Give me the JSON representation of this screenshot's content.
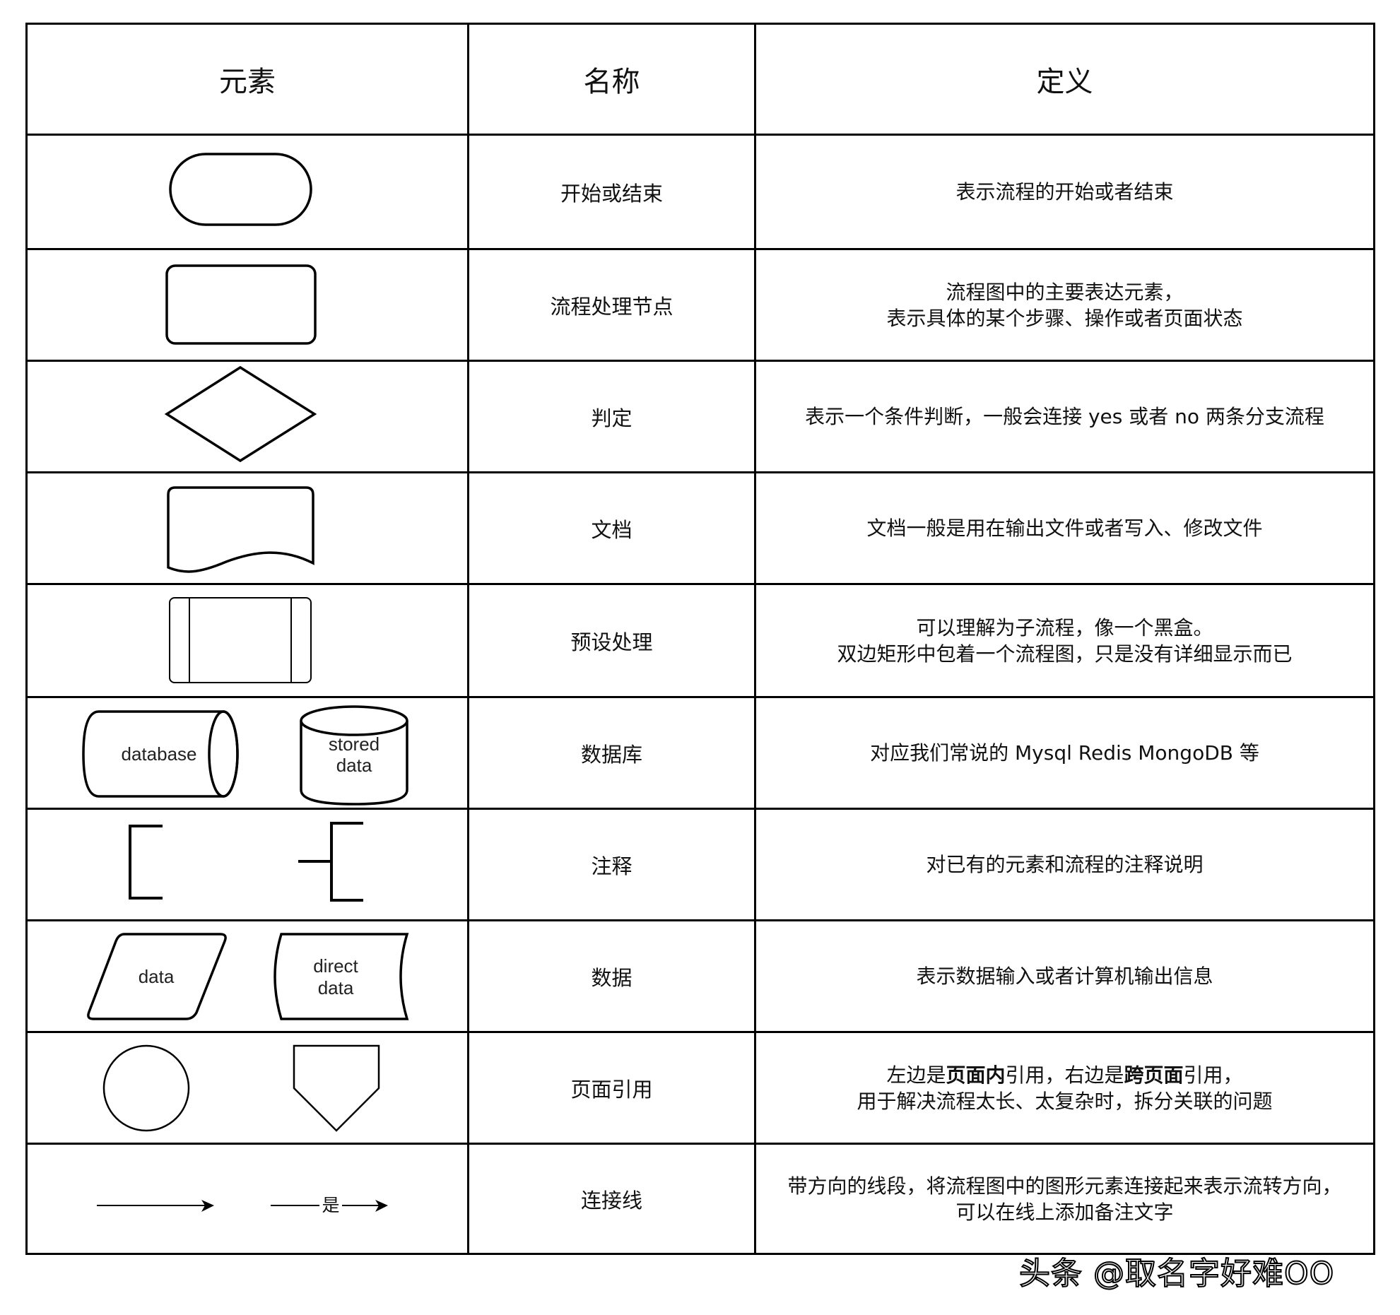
{
  "table": {
    "headers": {
      "element": "元素",
      "name": "名称",
      "definition": "定义"
    },
    "rows": [
      {
        "name": "开始或结束",
        "definition": [
          "表示流程的开始或者结束"
        ]
      },
      {
        "name": "流程处理节点",
        "definition": [
          "流程图中的主要表达元素，",
          "表示具体的某个步骤、操作或者页面状态"
        ]
      },
      {
        "name": "判定",
        "definition": [
          "表示一个条件判断，一般会连接 yes 或者 no 两条分支流程"
        ]
      },
      {
        "name": "文档",
        "definition": [
          "文档一般是用在输出文件或者写入、修改文件"
        ]
      },
      {
        "name": "预设处理",
        "definition": [
          "可以理解为子流程，像一个黑盒。",
          "双边矩形中包着一个流程图，只是没有详细显示而已"
        ]
      },
      {
        "name": "数据库",
        "definition": [
          "对应我们常说的 Mysql Redis MongoDB 等"
        ]
      },
      {
        "name": "注释",
        "definition": [
          "对已有的元素和流程的注释说明"
        ]
      },
      {
        "name": "数据",
        "definition": [
          "表示数据输入或者计算机输出信息"
        ]
      },
      {
        "name": "页面引用",
        "definition_parts": {
          "p1": "左边是",
          "b1": "页面内",
          "p2": "引用，右边是",
          "b2": "跨页面",
          "p3": "引用，",
          "line2": "用于解决流程太长、太复杂时，拆分关联的问题"
        }
      },
      {
        "name": "连接线",
        "definition": [
          "带方向的线段，将流程图中的图形元素连接起来表示流转方向，",
          "可以在线上添加备注文字"
        ]
      }
    ]
  },
  "shape_labels": {
    "database": "database",
    "stored_data_line1": "stored",
    "stored_data_line2": "data",
    "data": "data",
    "direct_data_line1": "direct",
    "direct_data_line2": "data",
    "arrow_label": "是"
  },
  "watermark": "头条 @取名字好难OO",
  "colors": {
    "line": "#000000",
    "background": "#ffffff"
  }
}
